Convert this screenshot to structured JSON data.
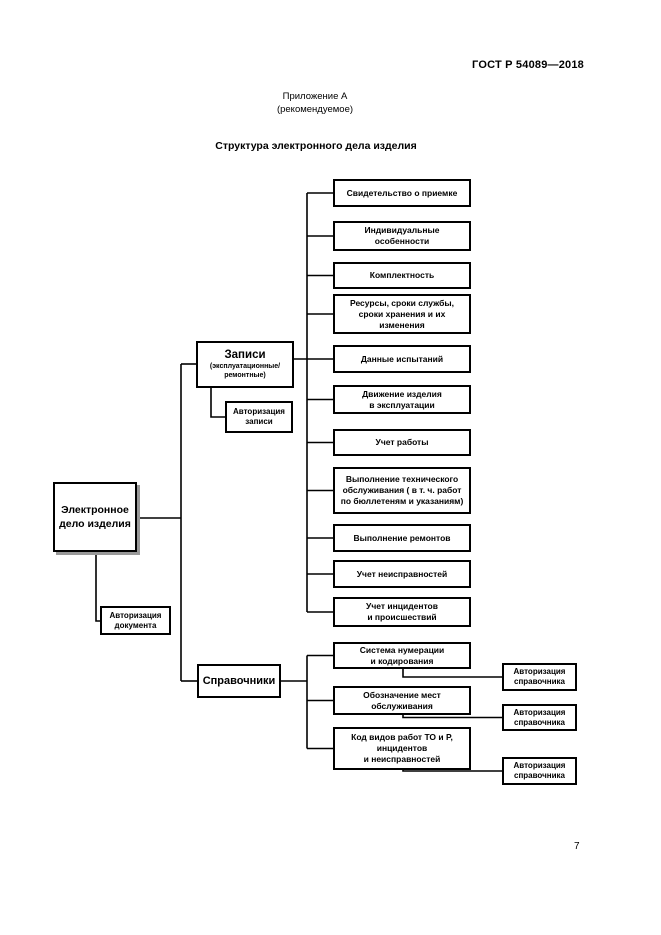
{
  "page": {
    "doc_code": "ГОСТ Р 54089—2018",
    "appendix": "Приложение А",
    "appendix_note": "(рекомендуемое)",
    "title": "Структура электронного дела изделия",
    "page_number": "7"
  },
  "diagram": {
    "root": {
      "label": "Электронное\nдело изделия"
    },
    "doc_auth": {
      "label": "Авторизация\nдокумента"
    },
    "records": {
      "label": "Записи",
      "sublabel": "(эксплуатационные/\nремонтные)",
      "auth": {
        "label": "Авторизация\nзаписи"
      },
      "items": [
        {
          "label": "Свидетельство о приемке"
        },
        {
          "label": "Индивидуальные\nособенности"
        },
        {
          "label": "Комплектность"
        },
        {
          "label": "Ресурсы, сроки службы,\nсроки хранения и их\nизменения"
        },
        {
          "label": "Данные испытаний"
        },
        {
          "label": "Движение изделия\nв эксплуатации"
        },
        {
          "label": "Учет работы"
        },
        {
          "label": "Выполнение технического\nобслуживания ( в т. ч. работ\nпо бюллетеням и указаниям)"
        },
        {
          "label": "Выполнение ремонтов"
        },
        {
          "label": "Учет неисправностей"
        },
        {
          "label": "Учет инцидентов\nи происшествий"
        }
      ]
    },
    "references": {
      "label": "Справочники",
      "items": [
        {
          "label": "Система нумерации\nи кодирования",
          "auth": "Авторизация\nсправочника"
        },
        {
          "label": "Обозначение мест\nобслуживания",
          "auth": "Авторизация\nсправочника"
        },
        {
          "label": "Код видов работ ТО и Р,\nинцидентов\nи неисправностей",
          "auth": "Авторизация\nсправочника"
        }
      ]
    },
    "colors": {
      "line": "#000000",
      "box_border": "#000000",
      "shadow": "#999999"
    }
  }
}
